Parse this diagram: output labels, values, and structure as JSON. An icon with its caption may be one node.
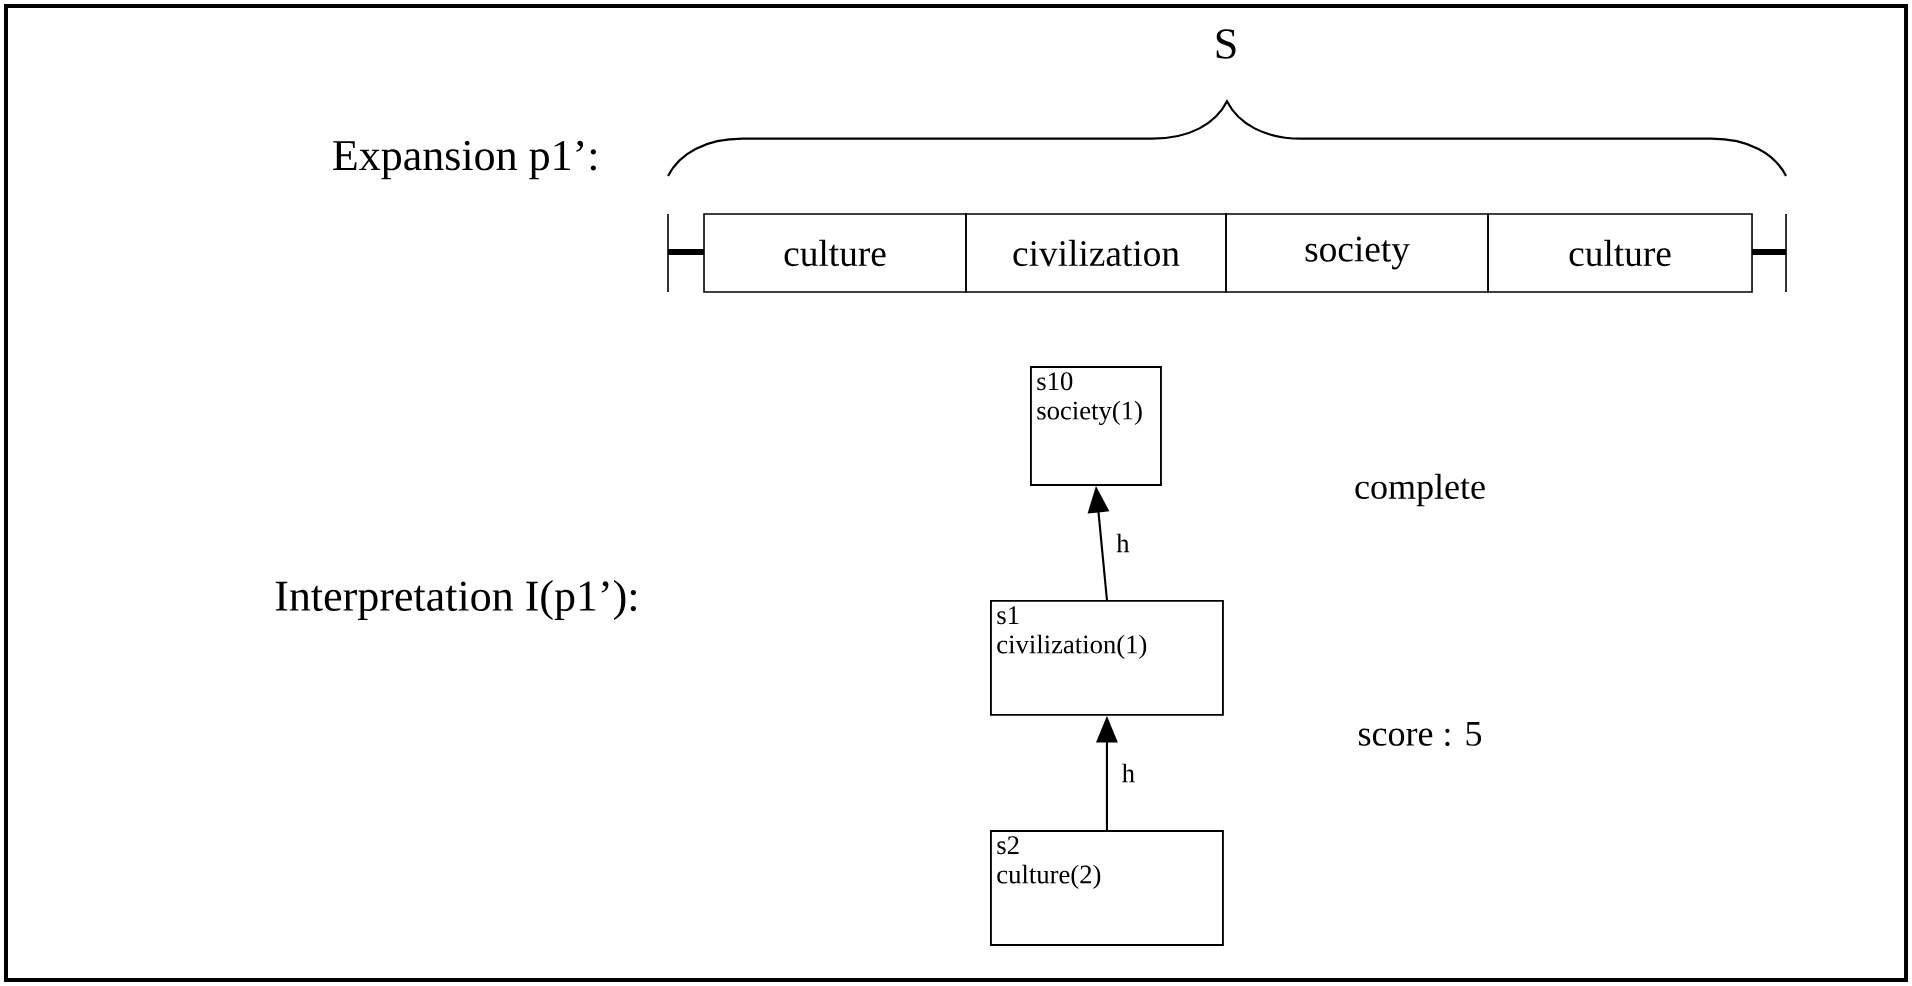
{
  "diagram": {
    "nodes": [
      {
        "text": [
          "culture"
        ]
      },
      {
        "text": [
          "civilization"
        ]
      },
      {
        "text": [
          "society"
        ]
      },
      {
        "text": [
          "culture"
        ]
      },
      {
        "text": [
          "s10",
          "society(1)"
        ]
      },
      {
        "text": [
          "s1",
          "civilization(1)"
        ]
      },
      {
        "text": [
          "s2",
          "culture(2)"
        ]
      }
    ],
    "edges": [
      {
        "from": 5,
        "to": 4,
        "arrow": "to",
        "label": "h"
      },
      {
        "from": 6,
        "to": 5,
        "arrow": "to",
        "label": "h"
      }
    ],
    "labels": [
      "S",
      "Expansion p1’:",
      "Interpretation I(p1’):",
      "complete",
      "score : 5"
    ]
  }
}
